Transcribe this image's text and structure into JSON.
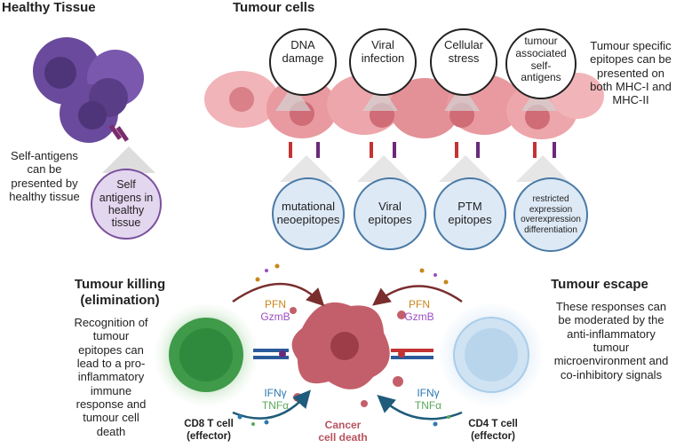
{
  "headings": {
    "healthy_tissue": "Healthy Tissue",
    "tumour_cells": "Tumour cells",
    "tumour_killing": "Tumour killing\n(elimination)",
    "tumour_escape": "Tumour escape"
  },
  "captions": {
    "self_antigens": "Self-antigens\ncan be\npresented by\nhealthy tissue",
    "tumour_specific": "Tumour specific\nepitopes can be\npresented on\nboth MHC-I and\nMHC-II",
    "recognition": "Recognition of\ntumour\nepitopes can\nlead to a pro-\ninflammatory\nimmune\nresponse and\ntumour cell\ndeath",
    "moderated": "These responses can\nbe moderated by the\nanti-inflammatory\ntumour\nmicroenvironment and\nco-inhibitory signals"
  },
  "stress_sources": [
    {
      "label": "DNA\ndamage"
    },
    {
      "label": "Viral\ninfection"
    },
    {
      "label": "Cellular\nstress"
    },
    {
      "label": "tumour\nassociated\nself-\nantigens"
    }
  ],
  "epitopes": [
    {
      "label": "mutational\nneoepitopes"
    },
    {
      "label": "Viral\nepitopes"
    },
    {
      "label": "PTM\nepitopes"
    },
    {
      "label": "restricted\nexpression\noverexpression\ndifferentiation"
    }
  ],
  "self_bubble": "Self\nantigens in\nhealthy\ntissue",
  "cells": {
    "cd8": "CD8 T cell\n(effector)",
    "cd4": "CD4 T cell\n(effector)",
    "cancer_death": "Cancer\ncell death"
  },
  "molecules": {
    "pfn": "PFN",
    "gzmb": "GzmB",
    "ifng": "IFNγ",
    "tnfa": "TNFα"
  },
  "colors": {
    "healthy_cell": "#6a4a9c",
    "tumour_cell": "#e89aa0",
    "cd8_glow": "#7cc47c",
    "cd4_glow": "#a9cdea",
    "dying_cell": "#b8535f",
    "epitope_blue": "#4a7aa6",
    "self_purple": "#7a4f9c"
  }
}
